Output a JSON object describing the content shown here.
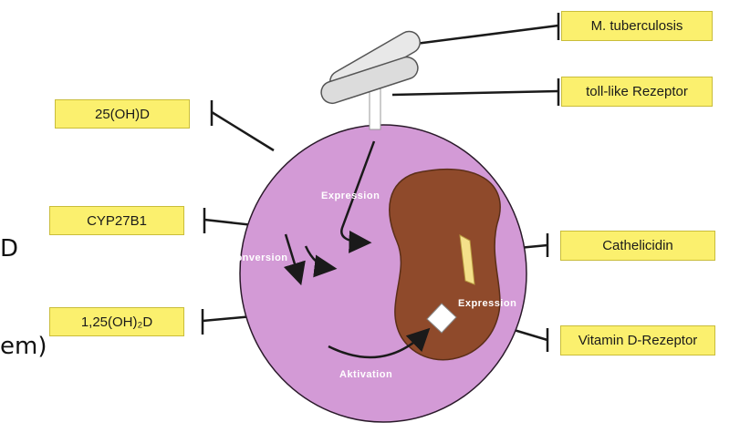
{
  "labels": {
    "mtb": "M. tuberculosis",
    "tlr": "toll-like Rezeptor",
    "ohd25": "25(OH)D",
    "cyp": "CYP27B1",
    "dihydroxy": "1,25(OH)₂D",
    "cathelicidin": "Cathelicidin",
    "vdr": "Vitamin D-Rezeptor"
  },
  "cell_labels": {
    "expression_top": "Expression",
    "conversion": "Konversion",
    "expression_right": "Expression",
    "aktivation": "Aktivation"
  },
  "cropped_text": {
    "left_d": "D",
    "left_em": "em)"
  },
  "colors": {
    "cell": "#d39ad6",
    "nucleus": "#8f4a2b",
    "label_bg": "#fbf06e",
    "line": "#1a1a1a"
  }
}
